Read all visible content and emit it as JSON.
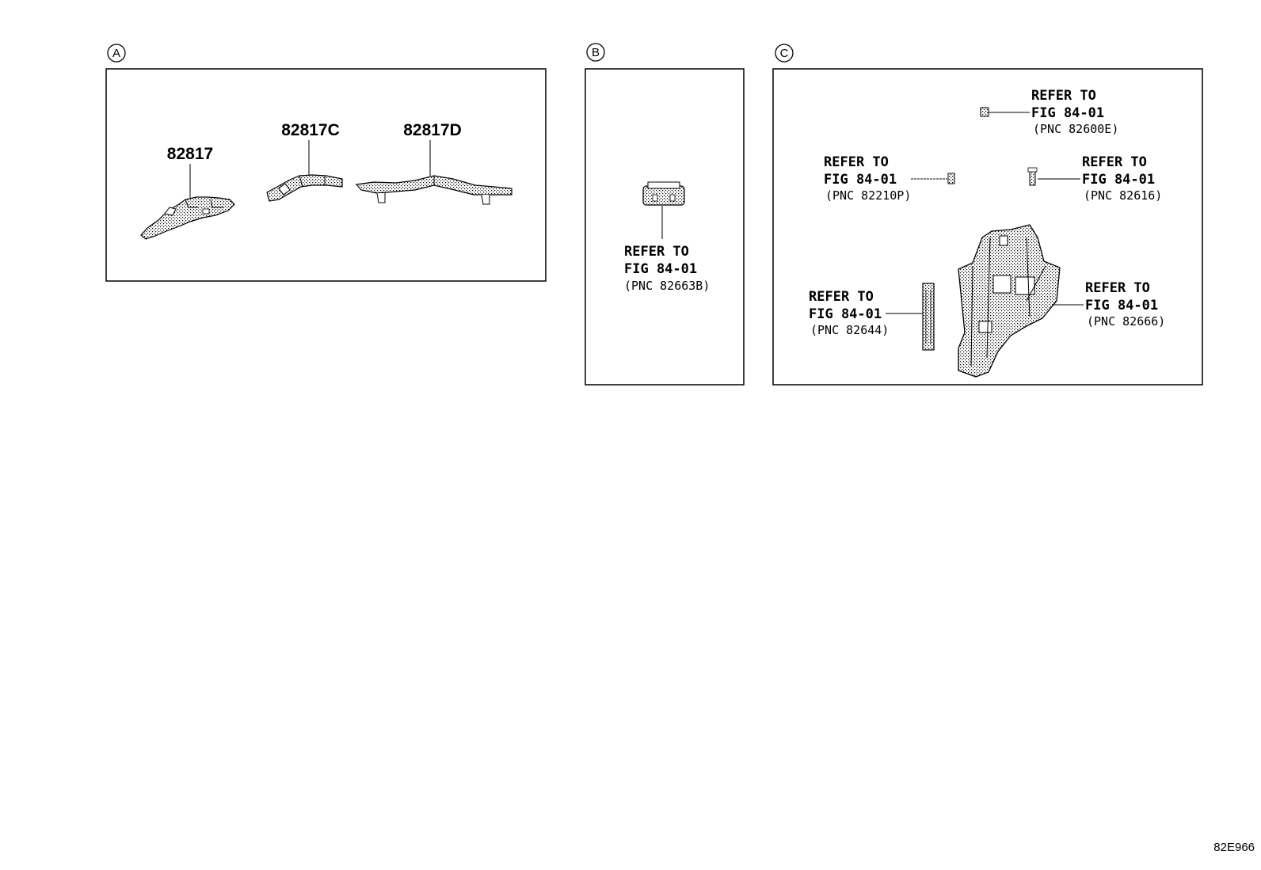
{
  "panels": {
    "a": {
      "letter": "A",
      "parts": [
        {
          "label": "82817"
        },
        {
          "label": "82817C"
        },
        {
          "label": "82817D"
        }
      ]
    },
    "b": {
      "letter": "B",
      "refs": [
        {
          "line1": "REFER TO",
          "line2": "FIG 84-01",
          "pnc": "(PNC 82663B)"
        }
      ]
    },
    "c": {
      "letter": "C",
      "refs": [
        {
          "line1": "REFER TO",
          "line2": "FIG 84-01",
          "pnc": "(PNC 82600E)"
        },
        {
          "line1": "REFER TO",
          "line2": "FIG 84-01",
          "pnc": "(PNC 82210P)"
        },
        {
          "line1": "REFER TO",
          "line2": "FIG 84-01",
          "pnc": "(PNC 82616)"
        },
        {
          "line1": "REFER TO",
          "line2": "FIG 84-01",
          "pnc": "(PNC 82644)"
        },
        {
          "line1": "REFER TO",
          "line2": "FIG 84-01",
          "pnc": "(PNC 82666)"
        }
      ]
    }
  },
  "figure_code": "82E966"
}
